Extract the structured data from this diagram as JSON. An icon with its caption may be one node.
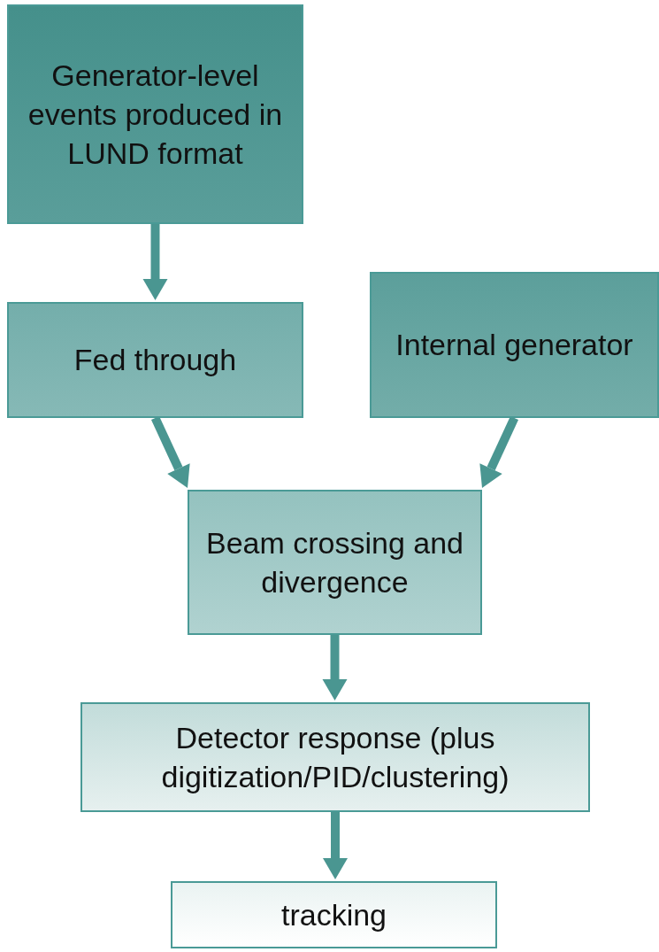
{
  "diagram": {
    "nodes": [
      {
        "text": [
          "Generator-level events produced in LUND format"
        ]
      },
      {
        "text": [
          "Fed through"
        ]
      },
      {
        "text": [
          "Internal generator"
        ]
      },
      {
        "text": [
          "Beam crossing and divergence"
        ]
      },
      {
        "text": [
          "Detector response (plus digitization/PID/clustering)"
        ]
      },
      {
        "text": [
          "tracking"
        ]
      }
    ],
    "edges": [
      {
        "from": 0,
        "to": 1,
        "arrow": "to"
      },
      {
        "from": 1,
        "to": 3,
        "arrow": "to"
      },
      {
        "from": 2,
        "to": 3,
        "arrow": "to"
      },
      {
        "from": 3,
        "to": 4,
        "arrow": "to"
      },
      {
        "from": 4,
        "to": 5,
        "arrow": "to"
      }
    ]
  }
}
